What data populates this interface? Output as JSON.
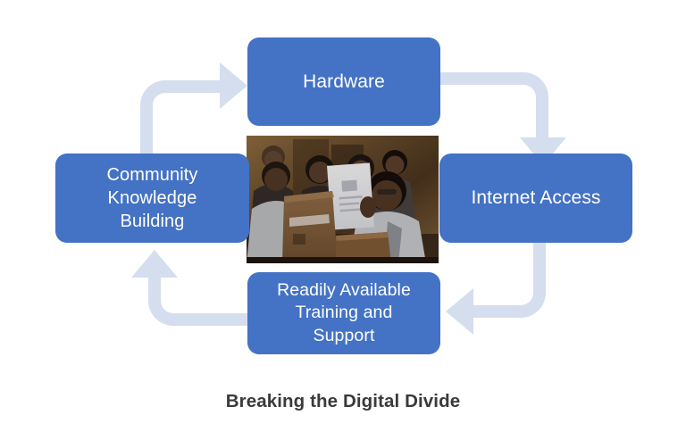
{
  "diagram": {
    "title": "Breaking the Digital Divide",
    "colors": {
      "box_fill": "#4472C4",
      "box_text": "#FFFFFF",
      "arrow_fill": "#D5DEEF",
      "caption_text": "#3A3A3C",
      "background": "#FFFFFF"
    },
    "nodes": [
      {
        "id": "hardware",
        "label": "Hardware"
      },
      {
        "id": "internet",
        "label": "Internet Access"
      },
      {
        "id": "training",
        "label": "Readily Available\nTraining and\nSupport",
        "line1": "Readily Available",
        "line2": "Training and",
        "line3": "Support"
      },
      {
        "id": "community",
        "label": "Community\nKnowledge\nBuilding",
        "line1": "Community",
        "line2": "Knowledge",
        "line3": "Building"
      }
    ],
    "arrows": [
      {
        "id": "community-to-hardware",
        "from": "community",
        "to": "hardware",
        "direction": "up-right"
      },
      {
        "id": "hardware-to-internet",
        "from": "hardware",
        "to": "internet",
        "direction": "right-down"
      },
      {
        "id": "internet-to-training",
        "from": "internet",
        "to": "training",
        "direction": "down-left"
      },
      {
        "id": "training-to-community",
        "from": "training",
        "to": "community",
        "direction": "left-up"
      }
    ],
    "center_image": {
      "alt": "Students in a classroom smiling while unpacking computer equipment from cardboard boxes"
    }
  }
}
